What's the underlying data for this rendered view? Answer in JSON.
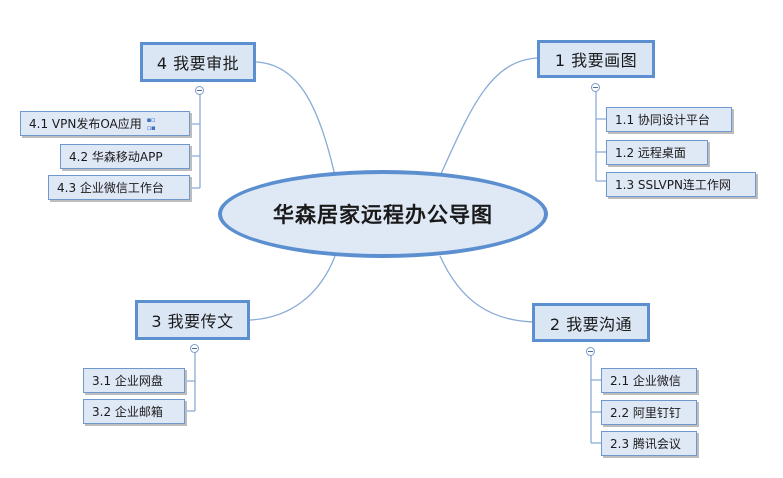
{
  "central": {
    "label": "华森居家远程办公导图"
  },
  "branches": {
    "b1": {
      "label": "1 我要画图",
      "items": [
        {
          "label": "1.1  协同设计平台"
        },
        {
          "label": "1.2  远程桌面"
        },
        {
          "label": "1.3  SSLVPN连工作网"
        }
      ]
    },
    "b2": {
      "label": "2 我要沟通",
      "items": [
        {
          "label": "2.1  企业微信"
        },
        {
          "label": "2.2  阿里钉钉"
        },
        {
          "label": "2.3  腾讯会议"
        }
      ]
    },
    "b3": {
      "label": "3 我要传文",
      "items": [
        {
          "label": "3.1  企业网盘"
        },
        {
          "label": "3.2  企业邮箱"
        }
      ]
    },
    "b4": {
      "label": "4 我要审批",
      "items": [
        {
          "label": "4.1  VPN发布OA应用",
          "icon": "app-link-icon"
        },
        {
          "label": "4.2  华森移动APP"
        },
        {
          "label": "4.3  企业微信工作台"
        }
      ]
    }
  },
  "colors": {
    "line": "#6f98cf",
    "topic_fill": "#dbe6f4",
    "topic_border": "#5b8fd0"
  }
}
